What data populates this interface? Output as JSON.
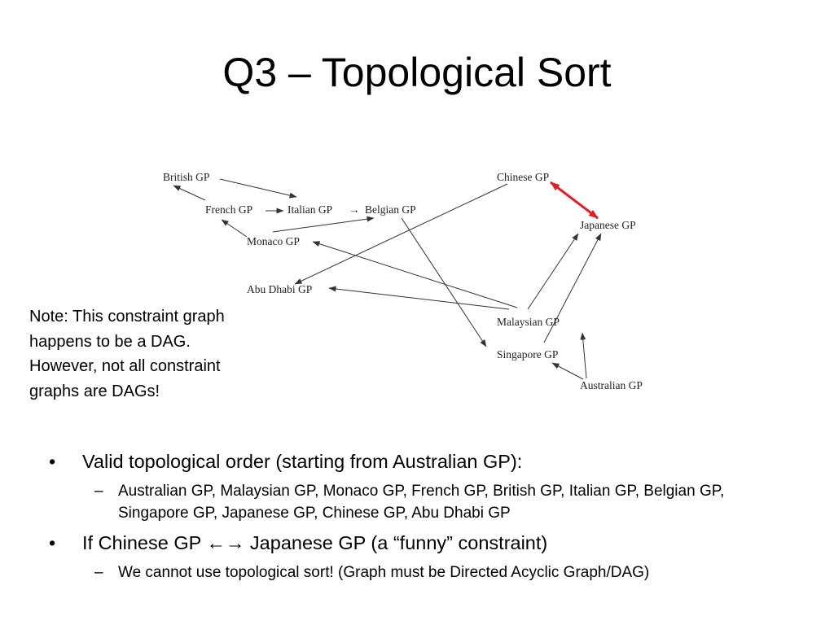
{
  "slide": {
    "title": "Q3 – Topological Sort"
  },
  "graph": {
    "nodes": {
      "british": "British GP",
      "french": "French GP",
      "italian": "Italian GP",
      "belgian": "Belgian  GP",
      "monaco": "Monaco GP",
      "abu_dhabi": "Abu Dhabi GP",
      "chinese": "Chinese GP",
      "japanese": "Japanese GP",
      "malaysian": "Malaysian  GP",
      "singapore": "Singapore GP",
      "australian": "Australian GP"
    },
    "inline_arrow": "→",
    "edge_colors": {
      "normal": "#333333",
      "funny": "#e02020"
    }
  },
  "note": {
    "text": "Note: This constraint graph happens to be a DAG. However, not all constraint graphs are DAGs!"
  },
  "bullets": [
    {
      "text": "Valid topological order (starting from Australian GP):",
      "sub": "Australian GP, Malaysian GP, Monaco GP, French GP, British GP, Italian GP, Belgian GP, Singapore GP, Japanese GP, Chinese GP, Abu Dhabi GP"
    },
    {
      "text": "If Chinese GP ←→ Japanese GP (a “funny” constraint)",
      "sub": "We cannot use topological sort! (Graph must be Directed Acyclic Graph/DAG)"
    }
  ],
  "markers": {
    "bullet": "•",
    "dash": "–"
  }
}
